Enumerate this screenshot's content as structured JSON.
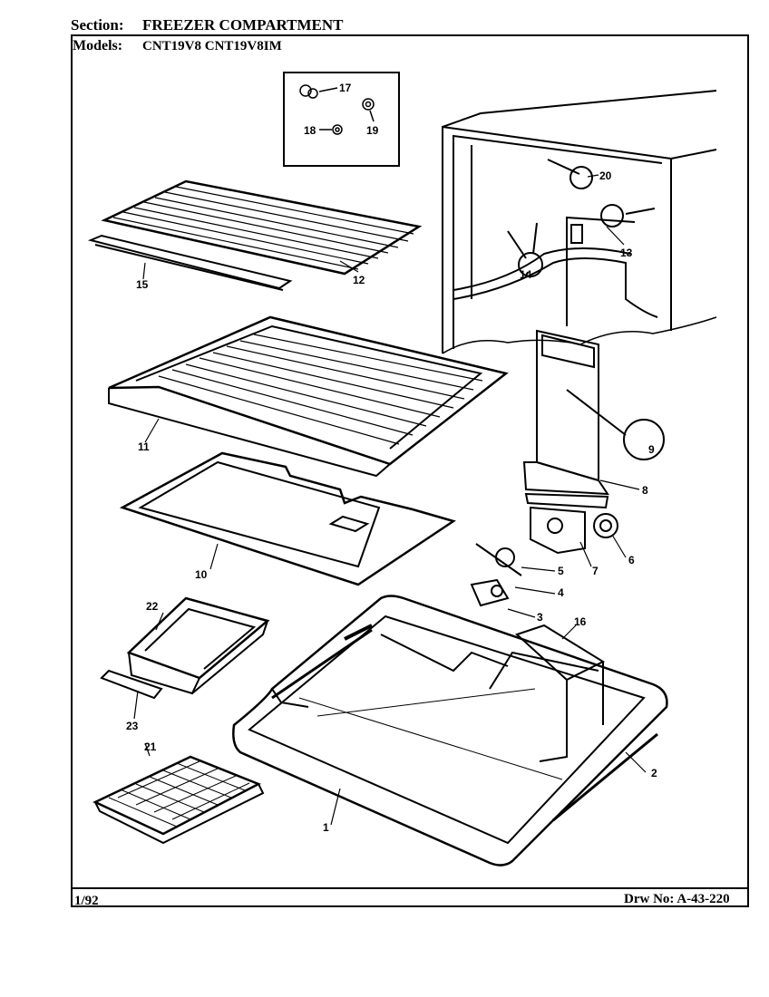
{
  "header": {
    "section_label": "Section:",
    "section_value": "FREEZER COMPARTMENT",
    "models_label": "Models:",
    "models_value": "CNT19V8  CNT19V8IM"
  },
  "footer": {
    "date": "1/92",
    "drawing_number": "Drw No: A-43-220"
  },
  "callouts": [
    "1",
    "2",
    "3",
    "4",
    "5",
    "6",
    "7",
    "8",
    "9",
    "10",
    "11",
    "12",
    "13",
    "14",
    "15",
    "16",
    "17",
    "18",
    "19",
    "20",
    "21",
    "22",
    "23"
  ]
}
